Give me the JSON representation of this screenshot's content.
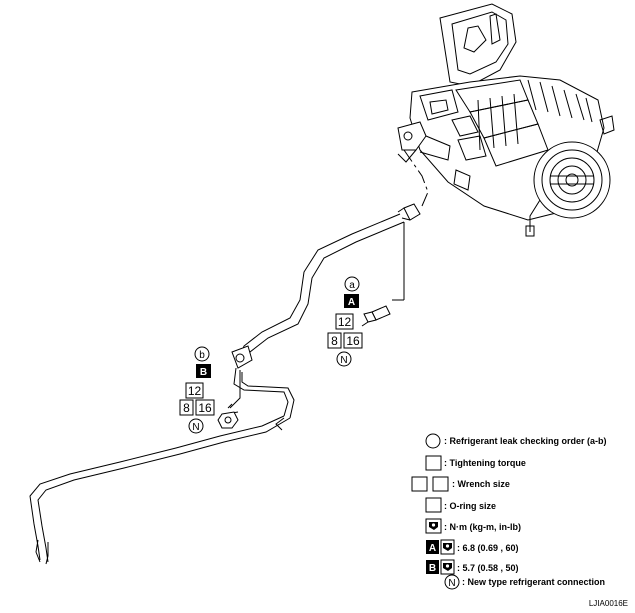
{
  "callout_a": {
    "order": "a",
    "torque_ref": "A",
    "wrench": "12",
    "oring_1": "8",
    "oring_2": "16",
    "new_type": "N"
  },
  "callout_b": {
    "order": "b",
    "torque_ref": "B",
    "wrench": "12",
    "oring_1": "8",
    "oring_2": "16",
    "new_type": "N"
  },
  "legend": {
    "leak_order": ": Refrigerant leak checking order (a-b)",
    "torque": ": Tightening torque",
    "wrench": ": Wrench size",
    "oring": ": O-ring size",
    "unit": ": N·m (kg-m, in-lb)",
    "a_letter": "A",
    "a_value": ": 6.8 (0.69 , 60)",
    "b_letter": "B",
    "b_value": ": 5.7 (0.58 , 50)",
    "n_letter": "N",
    "n_text": ": New type refrigerant connection"
  },
  "figure_code": "LJIA0016E"
}
